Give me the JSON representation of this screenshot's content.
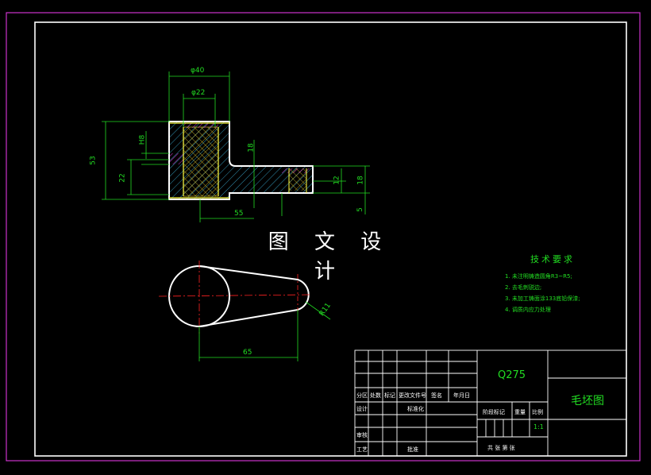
{
  "watermark": "图 文 设 计",
  "dims": {
    "d40": "φ40",
    "d22": "φ22",
    "len53": "53",
    "h8": "H8",
    "h22": "22",
    "w18a": "18",
    "len55": "55",
    "d12": "12",
    "h18b": "18",
    "five": "5",
    "len65": "65",
    "r11": "R11"
  },
  "tech": {
    "title": "技术要求",
    "items": [
      "1. 未注明铸造圆角R3~R5;",
      "2. 去毛刺锐边;",
      "3. 未加工铸面涂133底铅保漆;",
      "4. 调质内应力处理"
    ]
  },
  "title_block": {
    "material": "Q275",
    "drawing_name": "毛坯图",
    "scale": "1:1",
    "headers": [
      "分区",
      "处数",
      "标记",
      "更改文件号",
      "签名",
      "年月日"
    ],
    "row_design": "设计",
    "row_std": "标准化",
    "row_review": "审核",
    "row_process": "工艺",
    "row_approve": "批准",
    "stage_mark": "阶段标记",
    "weight": "重量",
    "ratio": "比例",
    "sheets": "共  张    第  张"
  },
  "colors": {
    "outline": "#ffffff",
    "dimension": "#22dd22",
    "hatch": "#3fb8e0",
    "center": "#ff2222",
    "yellow": "#ffff44",
    "border": "#cc33cc"
  }
}
